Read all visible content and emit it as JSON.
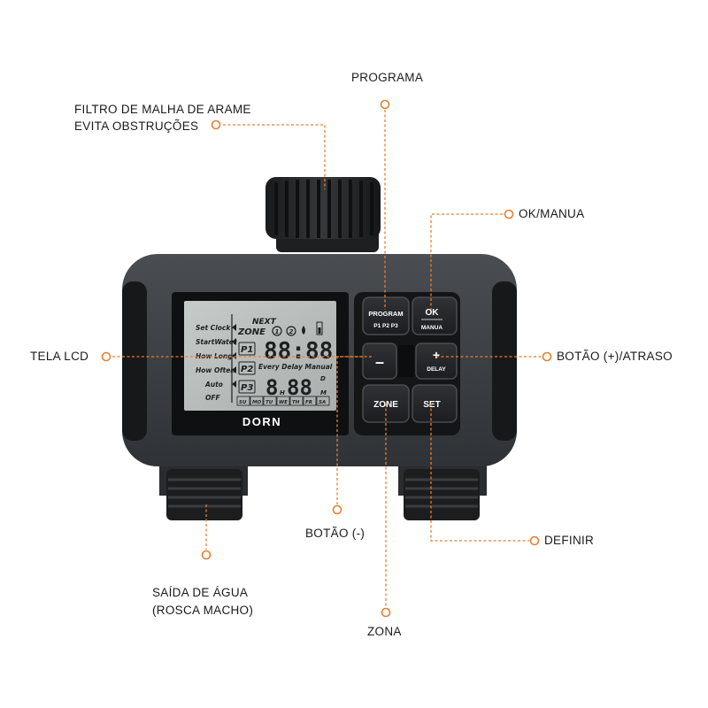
{
  "callouts": {
    "programa": "PROGRAMA",
    "filtro_line1": "FILTRO DE MALHA DE ARAME",
    "filtro_line2": "EVITA OBSTRUÇÕES",
    "ok_manua": "OK/MANUA",
    "tela_lcd": "TELA LCD",
    "botao_mais": "BOTÃO (+)/ATRASO",
    "botao_menos": "BOTÃO (-)",
    "definir": "DEFINIR",
    "saida_line1": "SAÍDA DE ÁGUA",
    "saida_line2": "(ROSCA MACHO)",
    "zona": "ZONA"
  },
  "device": {
    "brand": "DORN",
    "buttons": {
      "programa": "PROGRAM",
      "programa_sub": "P1  P2  P3",
      "ok": "OK",
      "ok_sub": "MANUA",
      "minus": "–",
      "plus": "+",
      "delay": "DELAY",
      "zone": "ZONE",
      "set": "SET"
    },
    "lcd": {
      "menu": [
        "Set Clock",
        "StartWater",
        "How Long",
        "How Often",
        "Auto",
        "OFF"
      ],
      "next": "NEXT",
      "zone": "ZONE",
      "zone1": "1",
      "zone2": "2",
      "programs": [
        "P1",
        "P2",
        "P3"
      ],
      "time": "88:88",
      "every_row": "Every  Delay  Manual",
      "duration_h": "8",
      "h": "H",
      "duration_m": "88",
      "d": "D",
      "m": "M",
      "days": [
        "SU",
        "MO",
        "TU",
        "WE",
        "TH",
        "FR",
        "SA"
      ]
    }
  },
  "colors": {
    "accent": "#e87f2e",
    "body": "#3c3f44",
    "lcd": "#b9bebd"
  }
}
